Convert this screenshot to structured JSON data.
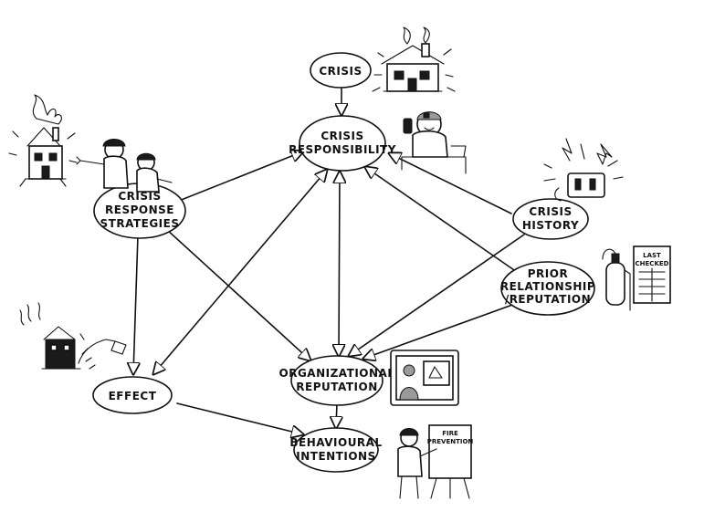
{
  "nodes": {
    "crisis": [
      "CRISIS"
    ],
    "crisis_responsibility": [
      "CRISIS",
      "RESPONSIBILITY"
    ],
    "crisis_response_strategies": [
      "CRISIS",
      "RESPONSE",
      "STRATEGIES"
    ],
    "crisis_history": [
      "CRISIS",
      "HISTORY"
    ],
    "prior_relationship": [
      "PRIOR",
      "RELATIONSHIP",
      "/REPUTATION"
    ],
    "effect": [
      "EFFECT"
    ],
    "organizational_reputation": [
      "ORGANIZATIONAL",
      "REPUTATION"
    ],
    "behavioural_intentions": [
      "BEHAVIOURAL",
      "INTENTIONS"
    ]
  },
  "illustrations": {
    "extinguisher_sign": [
      "LAST",
      "CHECKED"
    ],
    "easel_sign": [
      "FIRE",
      "PREVENTION"
    ]
  },
  "illustration_icons": [
    "burning-house-icon",
    "firefighters-icon",
    "phone-official-icon",
    "sparking-outlet-icon",
    "fire-extinguisher-icon",
    "house-fire-hose-icon",
    "tv-presenter-icon",
    "firefighter-presenter-icon"
  ],
  "edges": [
    [
      "crisis",
      "crisis_responsibility"
    ],
    [
      "crisis_response_strategies",
      "crisis_responsibility"
    ],
    [
      "crisis_history",
      "crisis_responsibility"
    ],
    [
      "prior_relationship",
      "crisis_responsibility"
    ],
    [
      "crisis_responsibility",
      "effect"
    ],
    [
      "crisis_responsibility",
      "organizational_reputation"
    ],
    [
      "crisis_response_strategies",
      "effect"
    ],
    [
      "crisis_response_strategies",
      "organizational_reputation"
    ],
    [
      "crisis_history",
      "organizational_reputation"
    ],
    [
      "prior_relationship",
      "organizational_reputation"
    ],
    [
      "effect",
      "behavioural_intentions"
    ],
    [
      "organizational_reputation",
      "behavioural_intentions"
    ]
  ]
}
